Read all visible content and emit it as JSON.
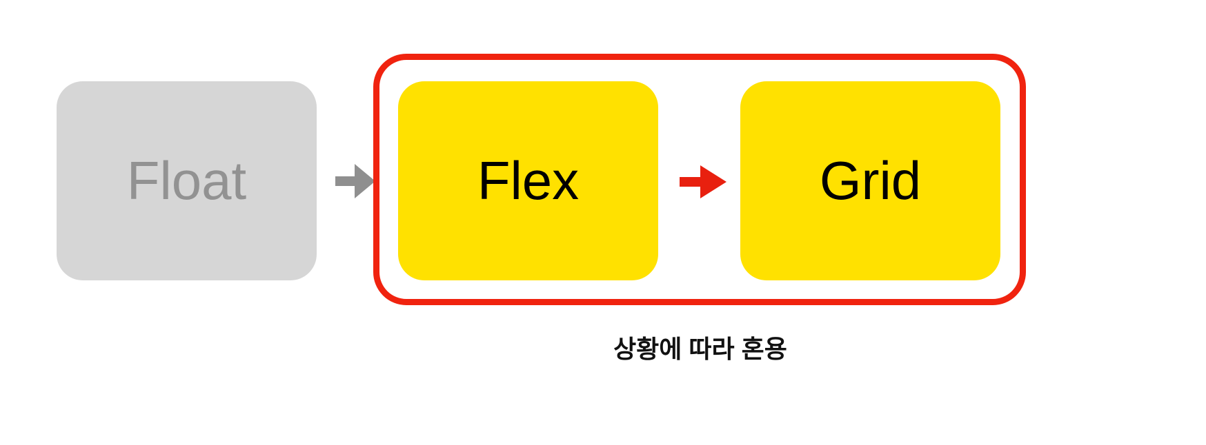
{
  "nodes": {
    "float": "Float",
    "flex": "Flex",
    "grid": "Grid"
  },
  "group_caption": "상황에 따라 혼용",
  "colors": {
    "float_bg": "#d6d6d6",
    "float_text": "#929292",
    "highlight_bg": "#ffe100",
    "group_border": "#f0230f",
    "arrow_gray": "#8f8f8f",
    "arrow_red": "#e8200f"
  }
}
